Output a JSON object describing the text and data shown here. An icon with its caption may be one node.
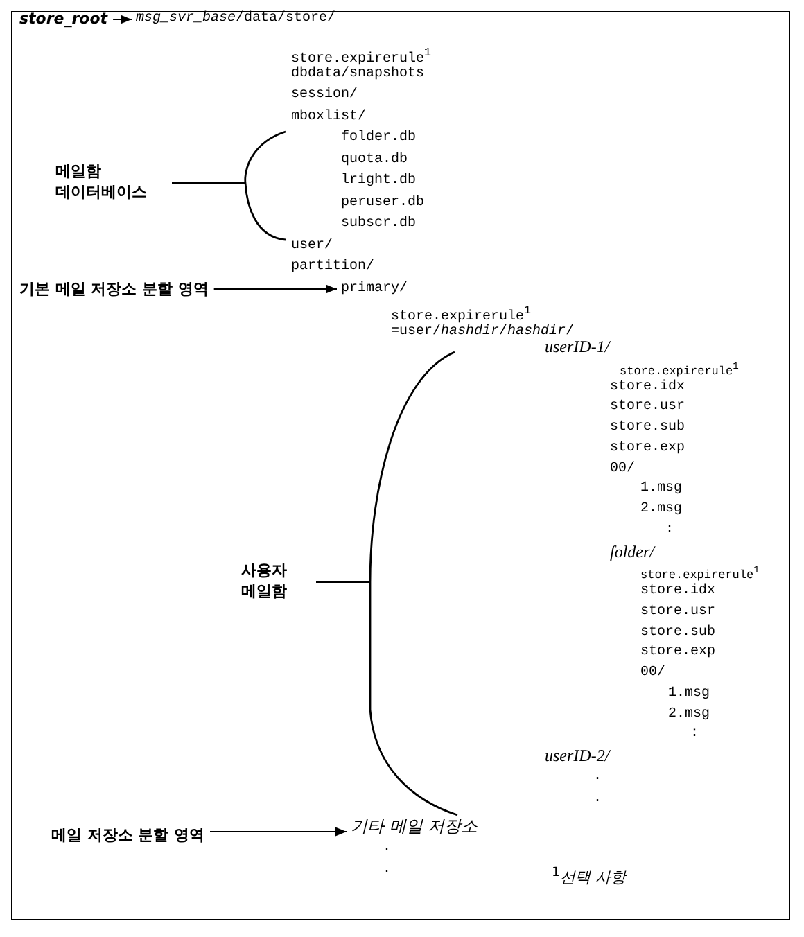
{
  "diagram": {
    "nodes": [
      {
        "text": [
          "store_root"
        ]
      },
      {
        "text": [
          "*msg_svr_base*/data/store/"
        ]
      },
      {
        "text": [],
        "shape": "bracket"
      },
      {
        "text": [
          "메일함 데이터베이스"
        ]
      },
      {
        "text": [
          "기본 메일 저장소 분할 영역"
        ]
      },
      {
        "text": [
          "primary/"
        ]
      },
      {
        "text": [],
        "shape": "bracket"
      },
      {
        "text": [
          "사용자 메일함"
        ]
      },
      {
        "text": [
          "메일 저장소 분할 영역"
        ]
      },
      {
        "text": [
          "기타 메일 저장소"
        ]
      }
    ],
    "edges": [
      {
        "from": 0,
        "to": 1,
        "arrow": "to"
      },
      {
        "from": 3,
        "to": 2,
        "arrow": "none"
      },
      {
        "from": 4,
        "to": 5,
        "arrow": "to"
      },
      {
        "from": 7,
        "to": 6,
        "arrow": "none"
      },
      {
        "from": 8,
        "to": 9,
        "arrow": "to"
      }
    ],
    "labels": [
      "store.expirerule$^{1}$",
      "dbdata/snapshots",
      "session/",
      "mboxlist/",
      "folder.db",
      "quota.db",
      "lright.db",
      "peruser.db",
      "subscr.db",
      "user/",
      "partition/",
      "store.expirerule$^{1}$",
      "=user/*hashdir*/*hashdir*/",
      "userID-1/",
      "store.expirerule$^{1}$",
      "store.idx",
      "store.usr",
      "store.sub",
      "store.exp",
      "00/",
      "1.msg",
      "2.msg",
      ":",
      "folder/",
      "store.expirerule$^{1}$",
      "store.idx",
      "store.usr",
      "store.sub",
      "store.exp",
      "00/",
      "1.msg",
      "2.msg",
      ":",
      "userID-2/",
      ".",
      ".",
      ".",
      ".",
      "$^{1}$*선택 사항*"
    ]
  }
}
